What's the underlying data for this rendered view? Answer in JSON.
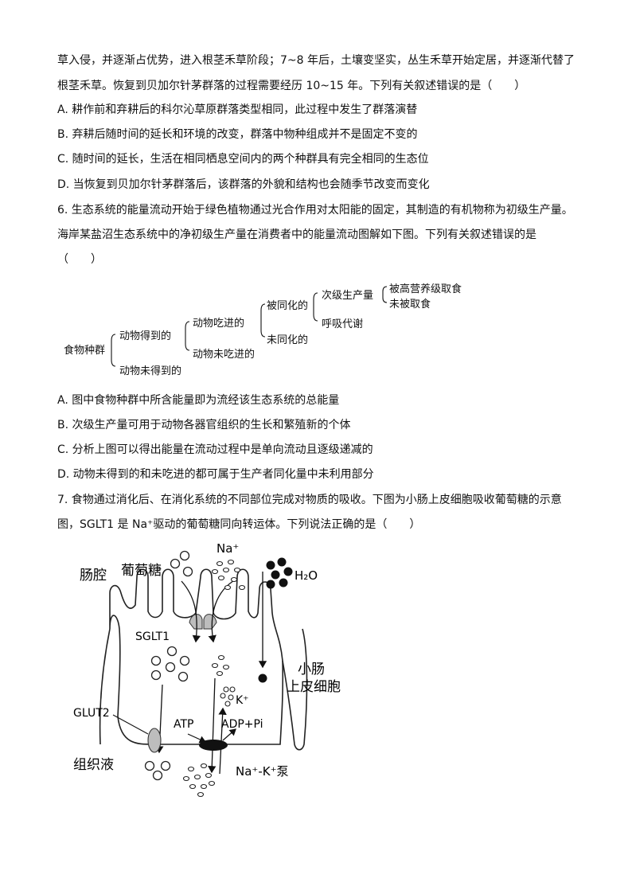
{
  "q5": {
    "line1": "草入侵，并逐渐占优势，进入根茎禾草阶段；7~8 年后，土壤变坚实，丛生禾草开始定居，并逐渐代替了",
    "line2": "根茎禾草。恢复到贝加尔针茅群落的过程需要经历 10~15 年。下列有关叙述错误的是（　　）",
    "options": [
      "A.  耕作前和弃耕后的科尔沁草原群落类型相同，此过程中发生了群落演替",
      "B.  弃耕后随时间的延长和环境的改变，群落中物种组成并不是固定不变的",
      "C.  随时间的延长，生活在相同栖息空间内的两个种群具有完全相同的生态位",
      "D.  当恢复到贝加尔针茅群落后，该群落的外貌和结构也会随季节改变而变化"
    ]
  },
  "q6": {
    "line1": "6.  生态系统的能量流动开始于绿色植物通过光合作用对太阳能的固定，其制造的有机物称为初级生产量。",
    "line2": "海岸某盐沼生态系统中的净初级生产量在消费者中的能量流动图解如下图。下列有关叙述错误的是",
    "line3": "（　　）",
    "tree": {
      "root": "食物种群",
      "got": "动物得到的",
      "not_got": "动物未得到的",
      "eaten": "动物吃进的",
      "not_eaten": "动物未吃进的",
      "assimilated": "被同化的",
      "not_assimilated": "未同化的",
      "secondary": "次级生产量",
      "respiration": "呼吸代谢",
      "eaten_by_higher": "被高营养级取食",
      "not_eaten_by_higher": "未被取食"
    },
    "options": [
      "A.  图中食物种群中所含能量即为流经该生态系统的总能量",
      "B.  次级生产量可用于动物各器官组织的生长和繁殖新的个体",
      "C.  分析上图可以得出能量在流动过程中是单向流动且逐级递减的",
      "D.  动物未得到的和未吃进的都可属于生产者同化量中未利用部分"
    ]
  },
  "q7": {
    "line1": "7.  食物通过消化后、在消化系统的不同部位完成对物质的吸收。下图为小肠上皮细胞吸收葡萄糖的示意",
    "line2": "图，SGLT1 是 Na⁺驱动的葡萄糖同向转运体。下列说法正确的是（　　）",
    "diagram": {
      "lumen": "肠腔",
      "glucose": "葡萄糖",
      "na": "Na⁺",
      "h2o": "H₂O",
      "sglt1": "SGLT1",
      "cell_line1": "小肠",
      "cell_line2": "上皮细胞",
      "k": "K⁺",
      "glut2": "GLUT2",
      "atp": "ATP",
      "adp": "ADP+Pi",
      "fluid": "组织液",
      "pump": "Na⁺-K⁺泵"
    }
  }
}
